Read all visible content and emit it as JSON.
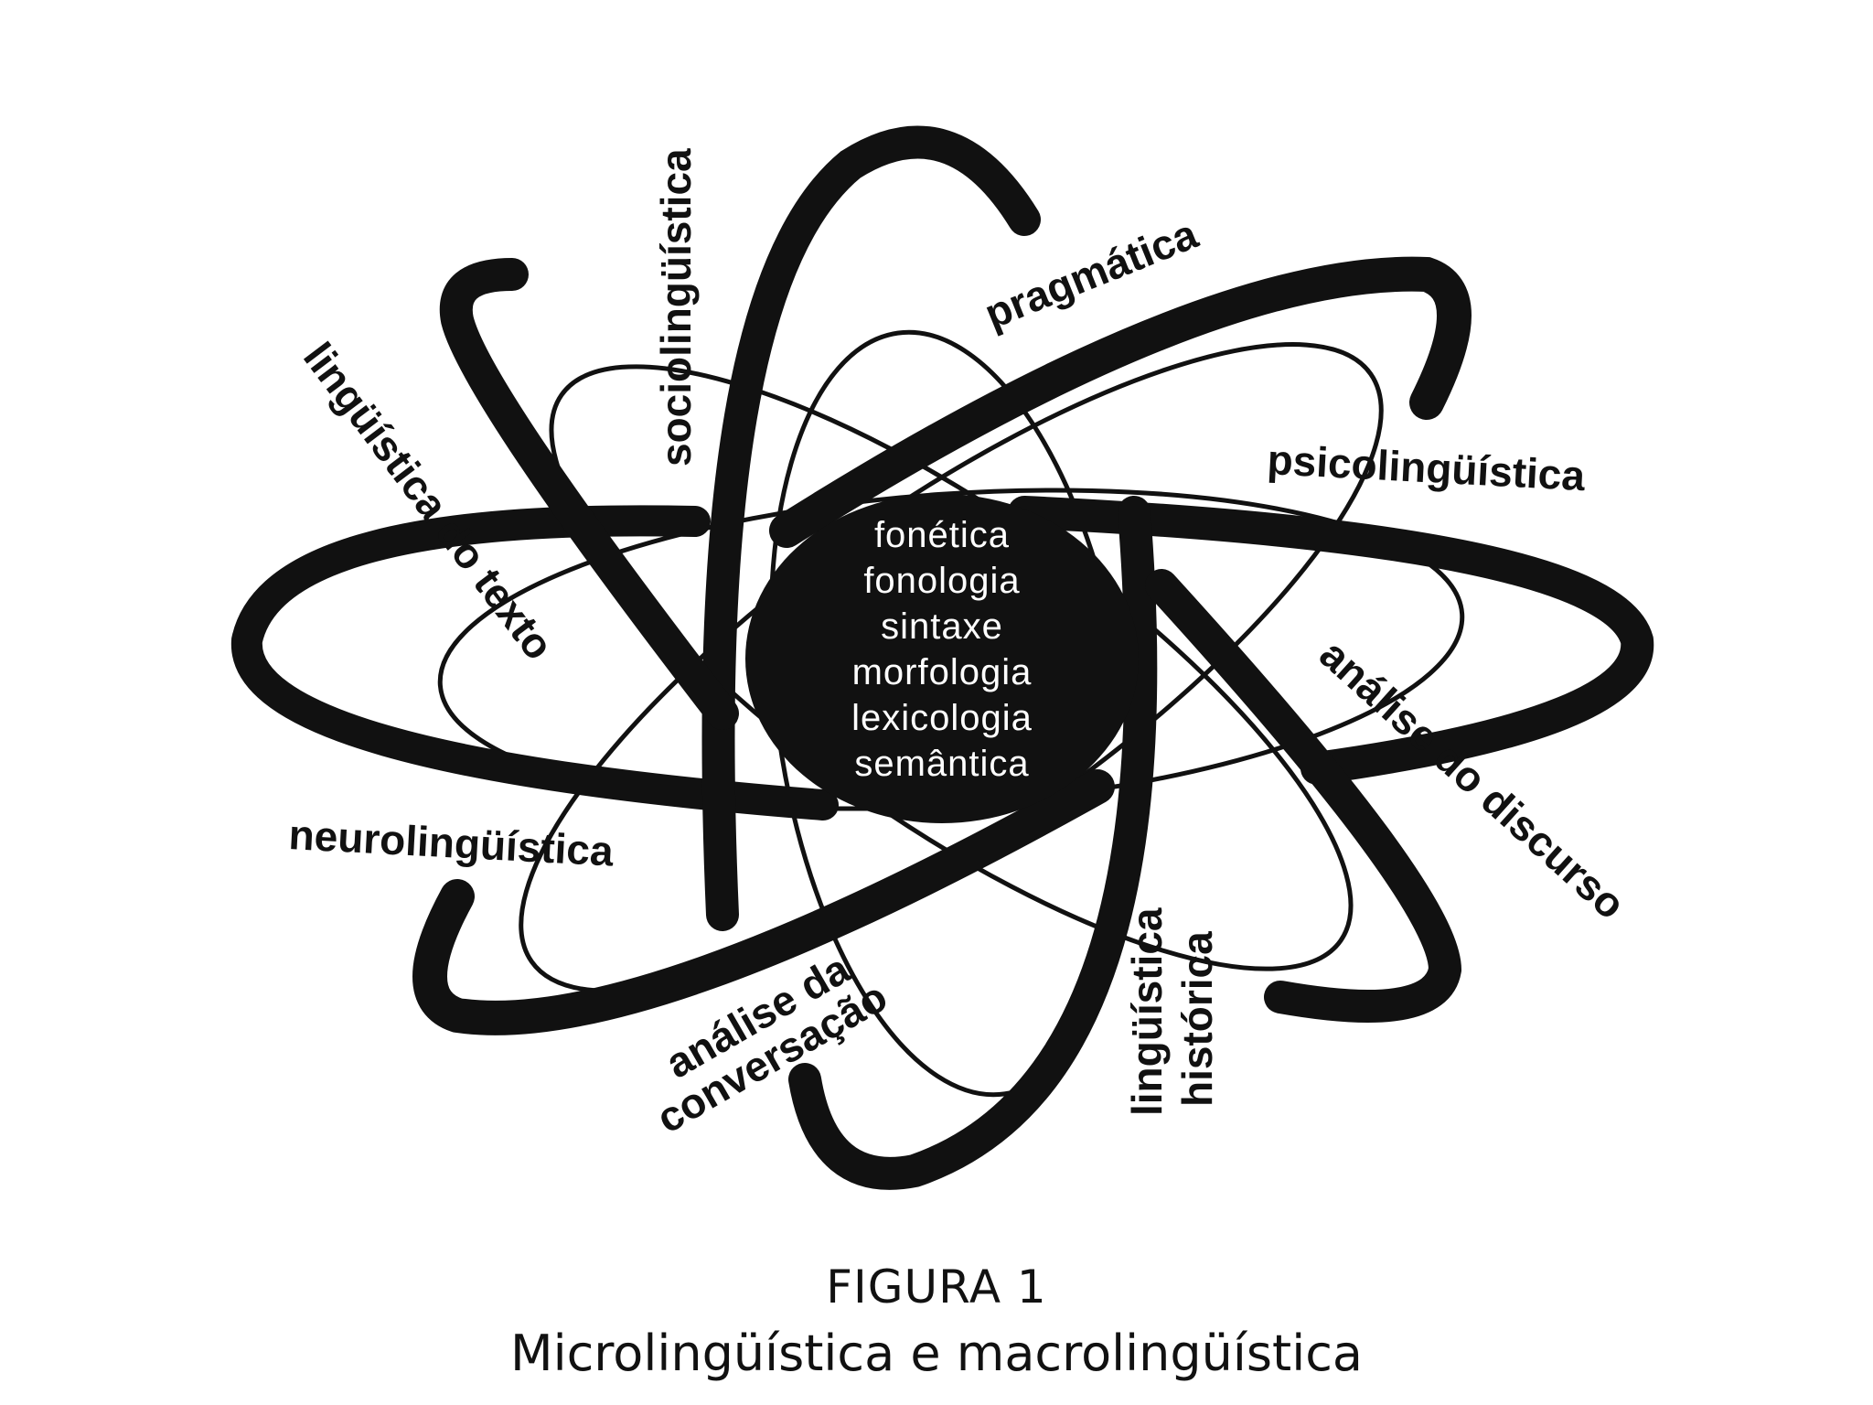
{
  "core": {
    "items": [
      "fonética",
      "fonologia",
      "sintaxe",
      "morfologia",
      "lexicologia",
      "semântica"
    ]
  },
  "macro": {
    "sociolinguistica": "sociolingüística",
    "pragmatica": "pragmática",
    "psicolinguistica": "psicolingüística",
    "linguistica_do_texto": "lingüística do texto",
    "analise_do_discurso": "análise do discurso",
    "neurolinguistica": "neurolingüística",
    "analise_da_conversacao": [
      "análise da",
      "conversação"
    ],
    "linguistica_historica": [
      "lingüística",
      "histórica"
    ]
  },
  "caption": {
    "number": "FIGURA 1",
    "title": "Microlingüística e macrolingüística"
  },
  "colors": {
    "ink": "#111111",
    "background": "#ffffff",
    "core_text": "#ffffff"
  }
}
